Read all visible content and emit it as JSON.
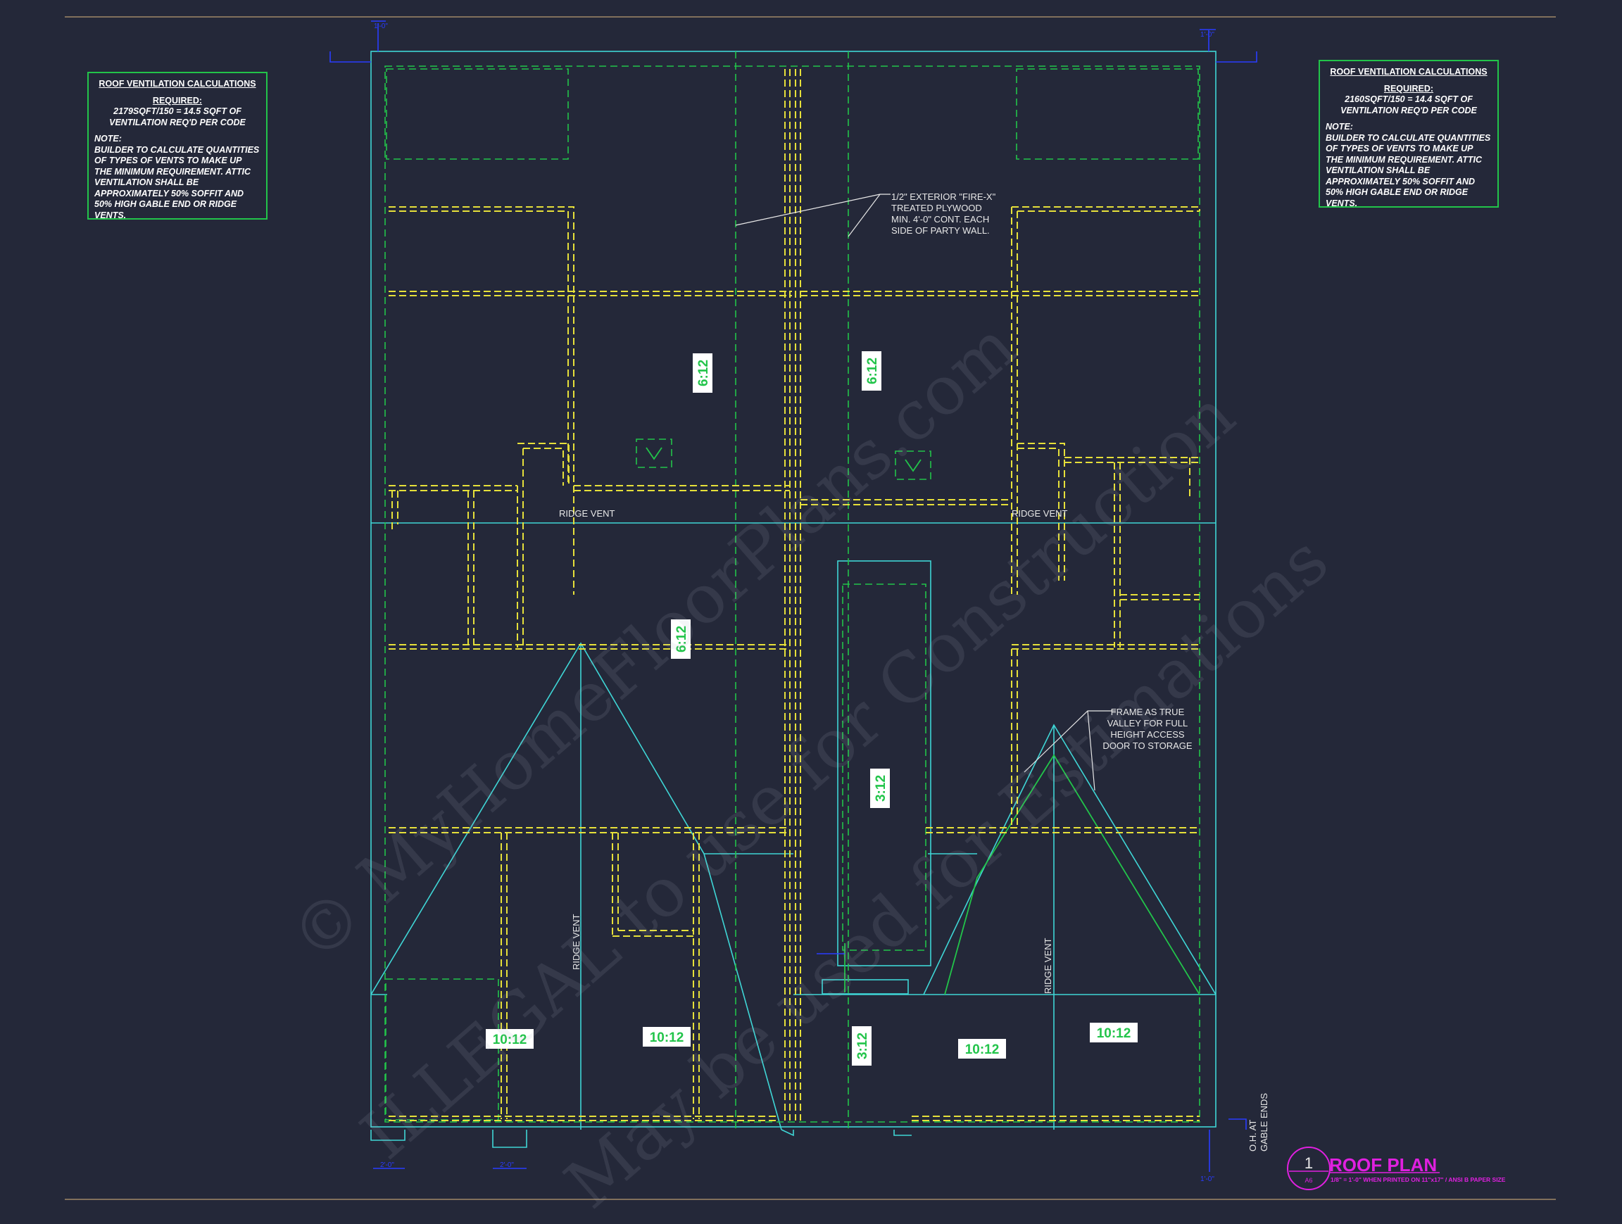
{
  "notes_left": {
    "title": "ROOF VENTILATION CALCULATIONS",
    "required_label": "REQUIRED:",
    "required_calc": "2179SQFT/150 = 14.5 SQFT OF VENTILATION REQ'D PER CODE",
    "note_label": "NOTE:",
    "note_text": "BUILDER TO CALCULATE QUANTITIES OF TYPES OF VENTS TO MAKE UP THE MINIMUM REQUIREMENT. ATTIC VENTILATION SHALL BE APPROXIMATELY 50% SOFFIT AND 50% HIGH GABLE END OR RIDGE VENTS."
  },
  "notes_right": {
    "title": "ROOF VENTILATION CALCULATIONS",
    "required_label": "REQUIRED:",
    "required_calc": "2160SQFT/150 = 14.4 SQFT OF VENTILATION REQ'D PER CODE",
    "note_label": "NOTE:",
    "note_text": "BUILDER TO CALCULATE QUANTITIES OF TYPES OF VENTS TO MAKE UP THE MINIMUM REQUIREMENT. ATTIC VENTILATION SHALL BE APPROXIMATELY 50% SOFFIT AND 50% HIGH GABLE END OR RIDGE VENTS."
  },
  "annotations": {
    "plywood_line1": "1/2\" EXTERIOR \"FIRE-X\"",
    "plywood_line2": "TREATED PLYWOOD",
    "plywood_line3": "MIN. 4'-0\" CONT. EACH",
    "plywood_line4": "SIDE OF PARTY WALL.",
    "valley_line1": "FRAME AS TRUE",
    "valley_line2": "VALLEY FOR FULL",
    "valley_line3": "HEIGHT ACCESS",
    "valley_line4": "DOOR TO STORAGE",
    "ridge_vent": "RIDGE VENT",
    "oh_line1": "O.H. AT",
    "oh_line2": "GABLE ENDS"
  },
  "pitches": {
    "p1": "6:12",
    "p2": "6:12",
    "p3": "6:12",
    "p4": "3:12",
    "p5": "3:12",
    "p6": "10:12",
    "p7": "10:12",
    "p8": "10:12",
    "p9": "10:12"
  },
  "dimensions": {
    "d1": "1'-0\"",
    "d2": "1'-0\"",
    "d3": "2'-0\"",
    "d4": "2'-0\"",
    "d5": "1'-0\""
  },
  "title_block": {
    "number": "1",
    "sheet": "A6",
    "title": "ROOF PLAN",
    "scale": "1/8\" = 1'-0\"  WHEN PRINTED ON 11\"x17\" / ANSI B PAPER SIZE"
  },
  "watermark": {
    "line1": "© MyHomeFloorPlans.com",
    "line2": "ILLEGAL to use for Construction",
    "line3": "May be used for Estimations"
  },
  "colors": {
    "background": "#242839",
    "outline": "#3fd6d6",
    "walls": "#e6e03a",
    "framing": "#22c44a",
    "dimension": "#2a3cff",
    "title": "#e020e0"
  }
}
